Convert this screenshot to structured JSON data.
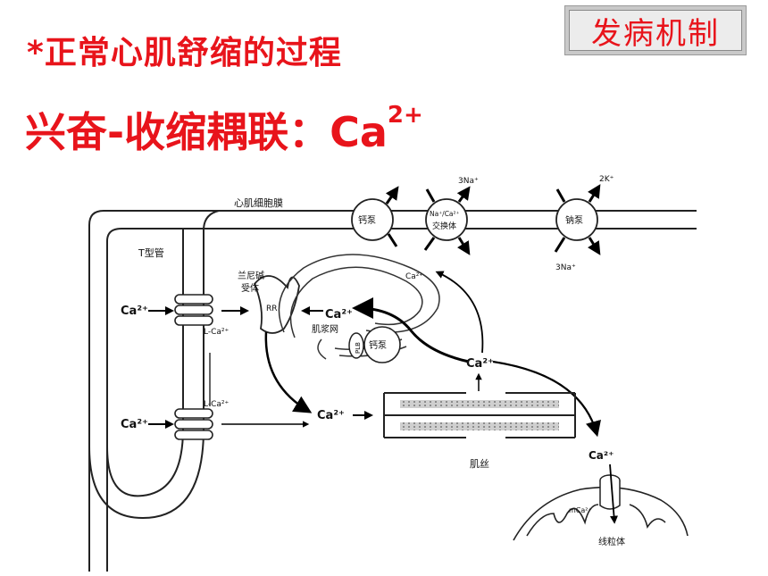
{
  "header": {
    "title": "*正常心肌舒缩的过程",
    "subtitle_main": "兴奋-收缩耦联：Ca",
    "subtitle_sup": "2+",
    "tag": "发病机制"
  },
  "diagram": {
    "membrane": "心肌细胞膜",
    "t_tubule": "T型管",
    "ryr_label_1": "兰尼碱",
    "ryr_label_2": "受体",
    "rr": "RR",
    "sr": "肌浆网",
    "plb": "PLB",
    "serca": "钙泵",
    "ca_pump": "钙泵",
    "ncx_1": "Na⁺/Ca²⁺",
    "ncx_2": "交换体",
    "na_pump": "钠泵",
    "na3_top": "3Na⁺",
    "k2_top": "2K⁺",
    "na3_bottom": "3Na⁺",
    "ca_under_pump": "Ca²⁺",
    "ca_ext_1": "Ca²⁺",
    "ca_ext_2": "Ca²⁺",
    "lca_1": "L-Ca²⁺",
    "lca_2": "L-Ca²⁺",
    "ca_to_rr": "Ca²⁺",
    "ca_cyto": "Ca²⁺",
    "ca_center": "Ca²⁺",
    "ca_mito": "Ca²⁺",
    "mca": "mCa²⁺",
    "myofil": "肌丝",
    "mito": "线粒体"
  }
}
